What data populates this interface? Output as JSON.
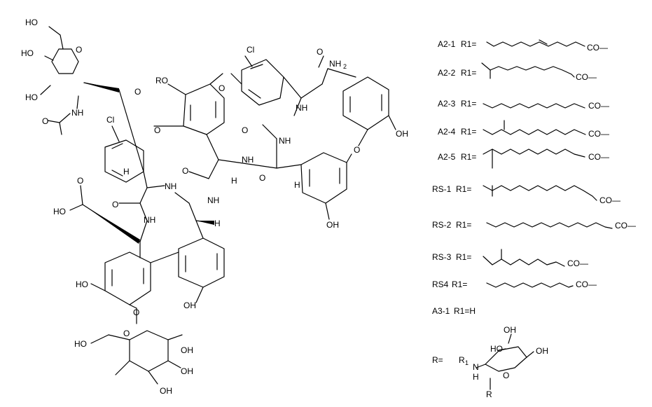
{
  "molecule": {
    "labels": {
      "ho_top": "HO",
      "ho_sugar1_a": "HO",
      "ho_sugar1_b": "HO",
      "o_sugar1_ring": "O",
      "o_sugar1_link": "O",
      "nh_acetyl": "NH",
      "o_acetyl": "O",
      "cl_left": "Cl",
      "cl_top": "Cl",
      "ro": "RO",
      "o_ether_left": "O",
      "o_ether_top": "O",
      "o_carbonyl_top": "O",
      "nh2": "NH",
      "nh2_sub": "2",
      "nh_top": "NH",
      "oh_right": "OH",
      "o_ether_right": "O",
      "o_carbonyl_mid": "O",
      "nh_mid": "NH",
      "h_mid1": "H",
      "h_mid2": "H",
      "o_carbonyl_mid2": "O",
      "nh_mid2": "NH",
      "o_carbonyl_left": "O",
      "h_left": "H",
      "nh_left": "NH",
      "o_cooh": "O",
      "ho_cooh": "HO",
      "nh_lower": "NH",
      "o_carbonyl_lower": "O",
      "nh_lower2": "NH",
      "h_lower": "H",
      "oh_mid": "OH",
      "ho_bottom_left": "HO",
      "oh_bottom_mid": "OH",
      "o_sugar2_link": "O",
      "ho_sugar2": "HO",
      "o_sugar2_ring": "O",
      "oh_sugar2_a": "OH",
      "oh_sugar2_b": "OH",
      "oh_sugar2_c": "OH"
    }
  },
  "substituents": [
    {
      "code": "A2-1",
      "r": "R1=",
      "tail": "CO—"
    },
    {
      "code": "A2-2",
      "r": "R1=",
      "tail": "CO—"
    },
    {
      "code": "A2-3",
      "r": "R1=",
      "tail": "CO—"
    },
    {
      "code": "A2-4",
      "r": "R1=",
      "tail": "CO—"
    },
    {
      "code": "A2-5",
      "r": "R1=",
      "tail": "CO—"
    },
    {
      "code": "RS-1",
      "r": "R1=",
      "tail": "CO—"
    },
    {
      "code": "RS-2",
      "r": "R1=",
      "tail": "CO—"
    },
    {
      "code": "RS-3",
      "r": "R1=",
      "tail": "CO—"
    },
    {
      "code": "RS4",
      "r": "R1=",
      "tail": "CO—"
    },
    {
      "code": "A3-1",
      "r": "R1=H",
      "tail": ""
    }
  ],
  "r_group": {
    "label": "R=",
    "r1": "R",
    "r1_sub": "1",
    "n": "N",
    "h": "H",
    "r": "R",
    "ring_o": "O",
    "oh_a": "OH",
    "ho": "HO",
    "oh_b": "OH"
  }
}
